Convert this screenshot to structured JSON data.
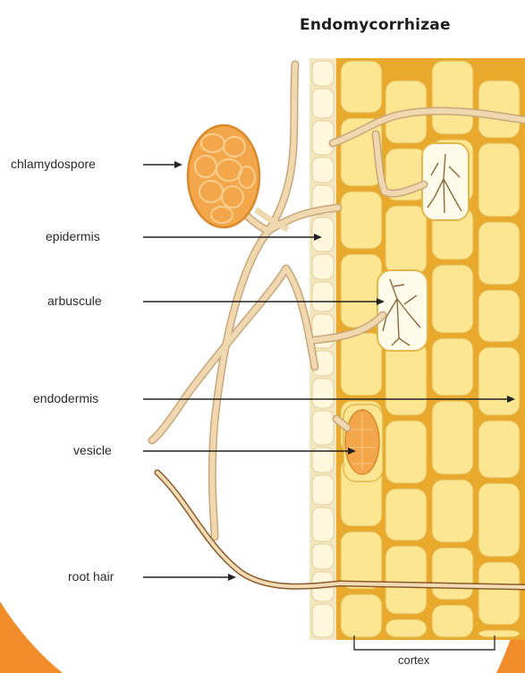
{
  "title": "Endomycorrhizae",
  "labels": {
    "chlamydospore": "chlamydospore",
    "epidermis": "epidermis",
    "arbuscule": "arbuscule",
    "endodermis": "endodermis",
    "vesicle": "vesicle",
    "root_hair": "root hair",
    "cortex": "cortex"
  },
  "colors": {
    "cell_fill": "#fde692",
    "cell_wall": "#e8a92c",
    "epidermis_fill": "#fff8de",
    "hypha": "#f0d8b0",
    "spore": "#f3a64a",
    "accent": "#f08c2a"
  }
}
